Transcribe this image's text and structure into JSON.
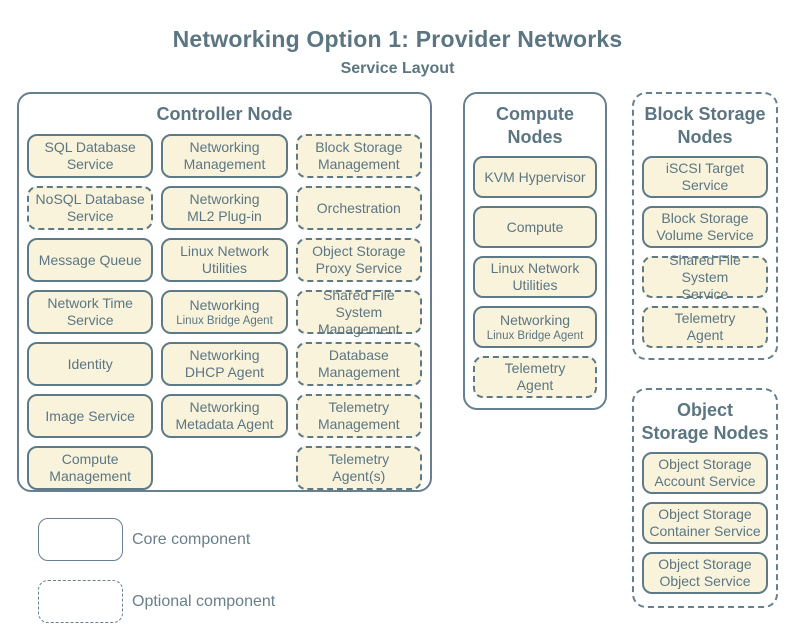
{
  "page": {
    "title": "Networking Option 1: Provider Networks",
    "subtitle": "Service Layout"
  },
  "colors": {
    "background": "#ffffff",
    "box_fill": "#f9f3dc",
    "box_border": "#5f7a87",
    "outer_border": "#66808f",
    "text": "#5b7682"
  },
  "groups": [
    {
      "key": "controller-node",
      "title_lines": [
        "Controller Node"
      ],
      "style": "solid",
      "services": [
        {
          "lines": [
            "SQL Database",
            "Service"
          ],
          "style": "solid"
        },
        {
          "lines": [
            "Networking",
            "Management"
          ],
          "style": "solid"
        },
        {
          "lines": [
            "Block Storage",
            "Management"
          ],
          "style": "dashed"
        },
        {
          "lines": [
            "NoSQL Database",
            "Service"
          ],
          "style": "dashed"
        },
        {
          "lines": [
            "Networking",
            "ML2 Plug-in"
          ],
          "style": "solid"
        },
        {
          "lines": [
            "Orchestration"
          ],
          "style": "dashed"
        },
        {
          "lines": [
            "Message Queue"
          ],
          "style": "solid"
        },
        {
          "lines": [
            "Linux Network",
            "Utilities"
          ],
          "style": "solid"
        },
        {
          "lines": [
            "Object Storage",
            "Proxy Service"
          ],
          "style": "dashed"
        },
        {
          "lines": [
            "Network Time",
            "Service"
          ],
          "style": "solid"
        },
        {
          "lines": [
            "Networking",
            "Linux Bridge Agent"
          ],
          "style": "solid",
          "sub": true
        },
        {
          "lines": [
            "Shared File System",
            "Management"
          ],
          "style": "dashed"
        },
        {
          "lines": [
            "Identity"
          ],
          "style": "solid"
        },
        {
          "lines": [
            "Networking",
            "DHCP Agent"
          ],
          "style": "solid"
        },
        {
          "lines": [
            "Database",
            "Management"
          ],
          "style": "dashed"
        },
        {
          "lines": [
            "Image Service"
          ],
          "style": "solid"
        },
        {
          "lines": [
            "Networking",
            "Metadata Agent"
          ],
          "style": "solid"
        },
        {
          "lines": [
            "Telemetry",
            "Management"
          ],
          "style": "dashed"
        },
        {
          "lines": [
            "Compute",
            "Management"
          ],
          "style": "solid"
        },
        {
          "spacer": true
        },
        {
          "lines": [
            "Telemetry",
            "Agent(s)"
          ],
          "style": "dashed"
        }
      ]
    },
    {
      "key": "compute-nodes",
      "title_lines": [
        "Compute",
        "Nodes"
      ],
      "style": "solid",
      "services": [
        {
          "lines": [
            "KVM Hypervisor"
          ],
          "style": "solid"
        },
        {
          "lines": [
            "Compute"
          ],
          "style": "solid"
        },
        {
          "lines": [
            "Linux Network",
            "Utilities"
          ],
          "style": "solid"
        },
        {
          "lines": [
            "Networking",
            "Linux Bridge Agent"
          ],
          "style": "solid",
          "sub": true
        },
        {
          "lines": [
            "Telemetry",
            "Agent"
          ],
          "style": "dashed"
        }
      ]
    },
    {
      "key": "block-storage-nodes",
      "title_lines": [
        "Block Storage",
        "Nodes"
      ],
      "style": "dashed",
      "services": [
        {
          "lines": [
            "iSCSI Target",
            "Service"
          ],
          "style": "solid"
        },
        {
          "lines": [
            "Block Storage",
            "Volume Service"
          ],
          "style": "solid"
        },
        {
          "lines": [
            "Shared File System",
            "Service"
          ],
          "style": "dashed"
        },
        {
          "lines": [
            "Telemetry",
            "Agent"
          ],
          "style": "dashed"
        }
      ]
    },
    {
      "key": "object-storage-nodes",
      "title_lines": [
        "Object",
        "Storage Nodes"
      ],
      "style": "dashed",
      "services": [
        {
          "lines": [
            "Object Storage",
            "Account Service"
          ],
          "style": "solid"
        },
        {
          "lines": [
            "Object Storage",
            "Container Service"
          ],
          "style": "solid"
        },
        {
          "lines": [
            "Object Storage",
            "Object Service"
          ],
          "style": "solid"
        }
      ]
    }
  ],
  "legend": {
    "items": [
      {
        "label": "Core component",
        "style": "solid"
      },
      {
        "label": "Optional component",
        "style": "dashed"
      }
    ]
  }
}
